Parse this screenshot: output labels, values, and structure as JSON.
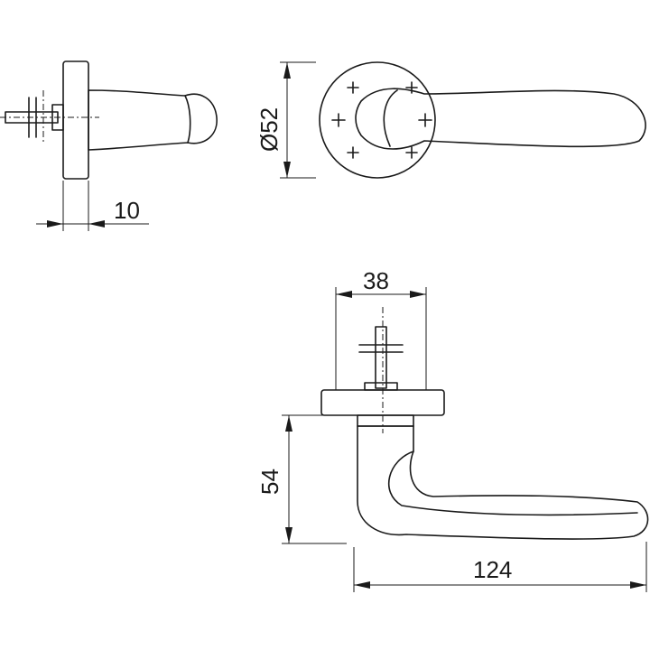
{
  "dimensions": {
    "rose_thickness": "10",
    "rose_diameter": "Ø52",
    "rose_width": "38",
    "lever_height": "54",
    "lever_length": "124"
  },
  "colors": {
    "line": "#1a1a1a",
    "background": "#ffffff"
  }
}
